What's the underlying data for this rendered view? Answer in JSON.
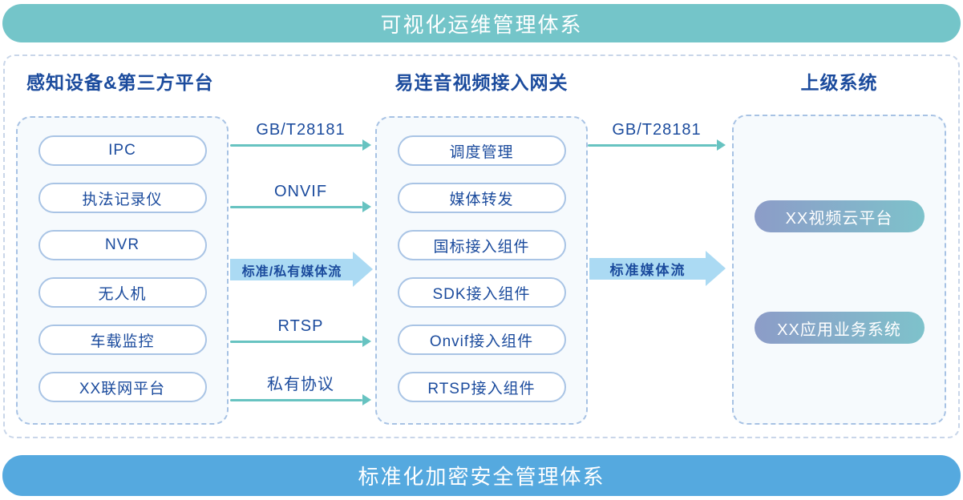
{
  "banners": {
    "top": "可视化运维管理体系",
    "bottom": "标准化加密安全管理体系"
  },
  "columns": [
    {
      "title": "感知设备&第三方平台",
      "items": [
        "IPC",
        "执法记录仪",
        "NVR",
        "无人机",
        "车载监控",
        "XX联网平台"
      ]
    },
    {
      "title": "易连音视频接入网关",
      "items": [
        "调度管理",
        "媒体转发",
        "国标接入组件",
        "SDK接入组件",
        "Onvif接入组件",
        "RTSP接入组件"
      ]
    },
    {
      "title": "上级系统",
      "items": [
        "XX视频云平台",
        "XX应用业务系统"
      ]
    }
  ],
  "flows": {
    "left_to_middle": {
      "gbt": "GB/T28181",
      "onvif": "ONVIF",
      "media_stream": "标准/私有媒体流",
      "rtsp": "RTSP",
      "private_protocol": "私有协议"
    },
    "middle_to_right": {
      "gbt": "GB/T28181",
      "media_stream": "标准媒体流"
    }
  },
  "colors": {
    "top_banner": "#74C5C9",
    "bottom_banner": "#55A9DF",
    "text_blue": "#1B4B9D",
    "thin_arrow_teal": "#67C3C1",
    "big_arrow_blue": "#ABDAF3",
    "pill_border": "#A9C4E5",
    "inner_box_fill": "#F6FAFD",
    "gradient_start": "#8C9CC8",
    "gradient_end": "#7EC2CB"
  }
}
